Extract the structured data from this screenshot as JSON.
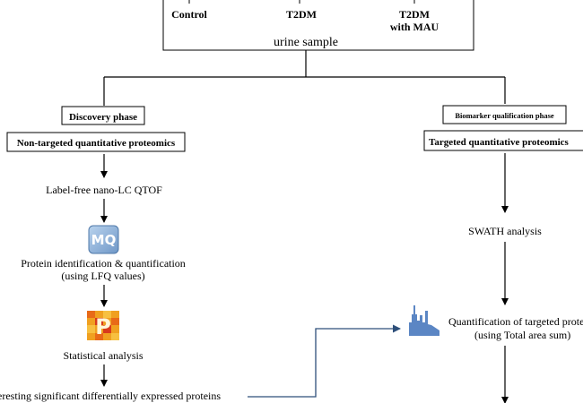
{
  "groups": {
    "control": "Control",
    "t2dm": "T2DM",
    "t2dm_mau_line1": "T2DM",
    "t2dm_mau_line2": "with MAU"
  },
  "sample_label": "urine sample",
  "discovery": {
    "phase_label": "Discovery phase",
    "method_label": "Non-targeted quantitative proteomics",
    "step_lcqtof": "Label-free nano-LC QTOF",
    "mq_icon_label": "MQ",
    "step_identification_line1": "Protein identification & quantification",
    "step_identification_line2": "(using LFQ values)",
    "perseus_icon_label": "P",
    "step_statistical": "Statistical analysis",
    "step_interesting": "eresting significant differentially expressed proteins"
  },
  "qualification": {
    "phase_label": "Biomarker qualification phase",
    "method_label": "Targeted quantitative proteomics",
    "step_swath": "SWATH analysis",
    "step_quant_line1": "Quantification of targeted prote",
    "step_quant_line2": "(using Total area sum)"
  },
  "colors": {
    "line": "#000000",
    "connector": "#2e4f7a",
    "mq_bg": "#8fb2d8",
    "mq_text": "#ffffff",
    "perseus_orange": "#f0a020",
    "perseus_red": "#d83a1c",
    "skyline_blue": "#5b86c4"
  }
}
